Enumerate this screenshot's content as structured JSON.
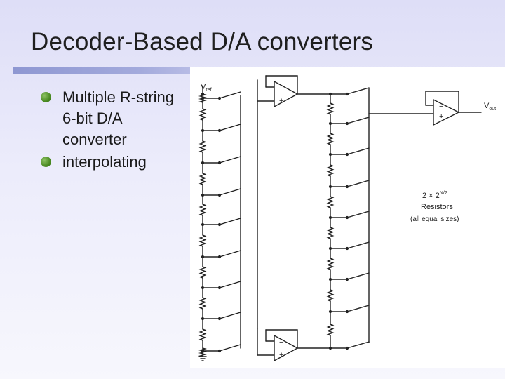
{
  "slide": {
    "title": "Decoder-Based D/A converters",
    "bullets": [
      {
        "text": "Multiple R-string 6-bit D/A converter"
      },
      {
        "text": "interpolating"
      }
    ]
  },
  "diagram": {
    "vref_main": "V",
    "vref_sub": "ref",
    "vout_main": "V",
    "vout_sub": "out",
    "opamp_minus": "−",
    "opamp_plus": "+",
    "note_line1_main": "2 × 2",
    "note_line1_exp": "N/2",
    "note_line2": "Resistors",
    "note_line3": "(all equal sizes)"
  },
  "colors": {
    "bullet": "#4a8a22",
    "title_rule": "#8e97d2"
  }
}
